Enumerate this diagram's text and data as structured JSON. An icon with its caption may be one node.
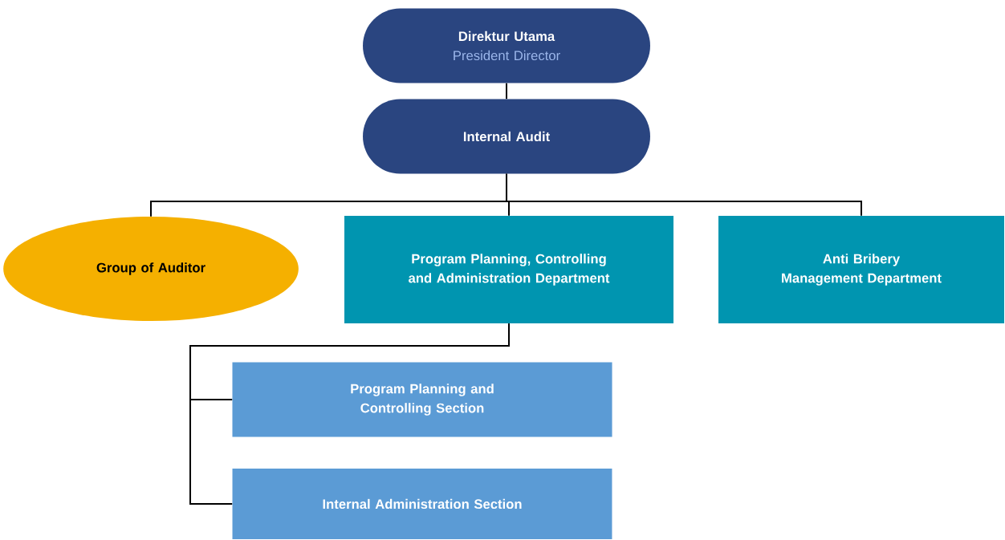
{
  "diagram": {
    "nodes": [
      {
        "text": [
          "Direktur Utama",
          "President Director"
        ]
      },
      {
        "text": [
          "Internal Audit"
        ]
      },
      {
        "text": [
          "Group of Auditor"
        ]
      },
      {
        "text": [
          "Program Planning, Controlling and Administration Department"
        ]
      },
      {
        "text": [
          "Anti Bribery Management Department"
        ]
      },
      {
        "text": [
          "Program Planning and Controlling Section"
        ]
      },
      {
        "text": [
          "Internal Administration Section"
        ]
      }
    ],
    "edges": [
      {
        "from": 0,
        "to": 1,
        "arrow": "none"
      },
      {
        "from": 1,
        "to": 2,
        "arrow": "none"
      },
      {
        "from": 1,
        "to": 3,
        "arrow": "none"
      },
      {
        "from": 1,
        "to": 4,
        "arrow": "none"
      },
      {
        "from": 3,
        "to": 5,
        "arrow": "none"
      },
      {
        "from": 3,
        "to": 6,
        "arrow": "none"
      }
    ]
  }
}
